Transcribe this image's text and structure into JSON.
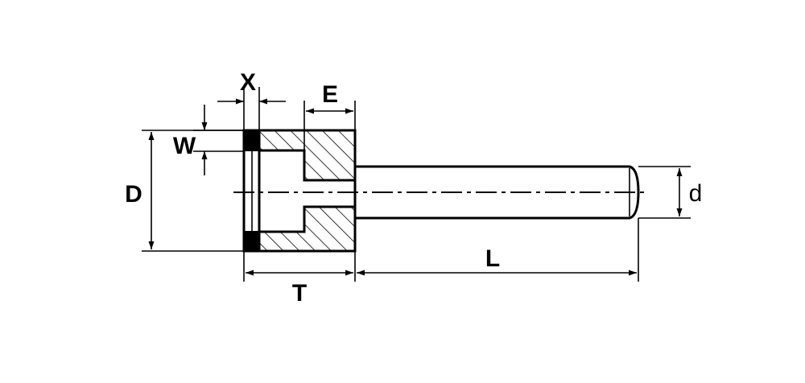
{
  "labels": {
    "x": "X",
    "e": "E",
    "w": "W",
    "d_upper": "D",
    "d_lower": "d",
    "l": "L",
    "t": "T"
  },
  "colors": {
    "ink": "#000000",
    "paper": "#ffffff"
  }
}
